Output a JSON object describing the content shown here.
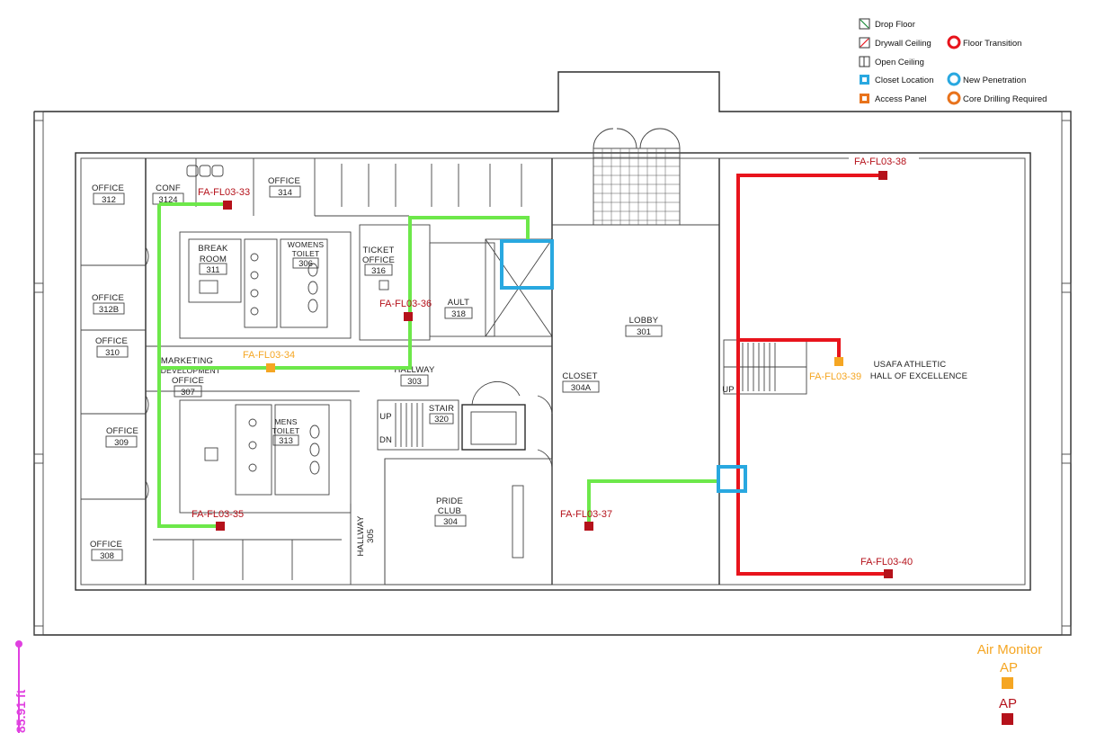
{
  "legend": {
    "drop_floor": "Drop Floor",
    "drywall_ceiling": "Drywall Ceiling",
    "floor_transition": "Floor Transition",
    "open_ceiling": "Open Ceiling",
    "closet_location": "Closet Location",
    "new_penetration": "New Penetration",
    "access_panel": "Access Panel",
    "core_drilling": "Core Drilling Required"
  },
  "ap_legend": {
    "air_monitor_title": "Air Monitor",
    "air_monitor_ap": "AP",
    "ap": "AP"
  },
  "scale": {
    "label": "85.91 ft"
  },
  "rooms": {
    "r312": {
      "name": "OFFICE",
      "num": "312"
    },
    "r3124": {
      "name": "CONF",
      "num": "3124"
    },
    "r314": {
      "name": "OFFICE",
      "num": "314"
    },
    "r311": {
      "name1": "BREAK",
      "name2": "ROOM",
      "num": "311"
    },
    "r306": {
      "name1": "WOMENS",
      "name2": "TOILET",
      "num": "306"
    },
    "r316": {
      "name1": "TICKET",
      "name2": "OFFICE",
      "num": "316"
    },
    "r318": {
      "name": "AULT",
      "num": "318"
    },
    "r312b": {
      "name": "OFFICE",
      "num": "312B"
    },
    "r310": {
      "name": "OFFICE",
      "num": "310"
    },
    "r307": {
      "name1": "MARKETING",
      "name2": "DEVELOPMENT",
      "name3": "OFFICE",
      "num": "307"
    },
    "r303": {
      "name": "HALLWAY",
      "num": "303"
    },
    "r301": {
      "name": "LOBBY",
      "num": "301"
    },
    "r304a": {
      "name": "CLOSET",
      "num": "304A"
    },
    "r313": {
      "name1": "MENS",
      "name2": "TOILET",
      "num": "313"
    },
    "r320": {
      "name": "STAIR",
      "num": "320"
    },
    "r309": {
      "name": "OFFICE",
      "num": "309"
    },
    "r304": {
      "name1": "PRIDE",
      "name2": "CLUB",
      "num": "304"
    },
    "r305": {
      "name": "HALLWAY",
      "num": "305"
    },
    "r308": {
      "name": "OFFICE",
      "num": "308"
    },
    "hall": {
      "name1": "USAFA ATHLETIC",
      "name2": "HALL OF EXCELLENCE"
    },
    "up1": "UP",
    "dn1": "DN",
    "up2": "UP"
  },
  "access_points": [
    {
      "id": "FA-FL03-33",
      "type": "AP"
    },
    {
      "id": "FA-FL03-34",
      "type": "Air Monitor AP"
    },
    {
      "id": "FA-FL03-35",
      "type": "AP"
    },
    {
      "id": "FA-FL03-36",
      "type": "AP"
    },
    {
      "id": "FA-FL03-37",
      "type": "AP"
    },
    {
      "id": "FA-FL03-38",
      "type": "AP"
    },
    {
      "id": "FA-FL03-39",
      "type": "Air Monitor AP"
    },
    {
      "id": "FA-FL03-40",
      "type": "AP"
    }
  ],
  "colors": {
    "ap": "#b5121b",
    "air_monitor": "#f5a623",
    "green_cable": "#6de84a",
    "red_cable": "#e8141c",
    "closet": "#29a8e0",
    "access_panel": "#e8731c",
    "scale": "#e040e0"
  }
}
